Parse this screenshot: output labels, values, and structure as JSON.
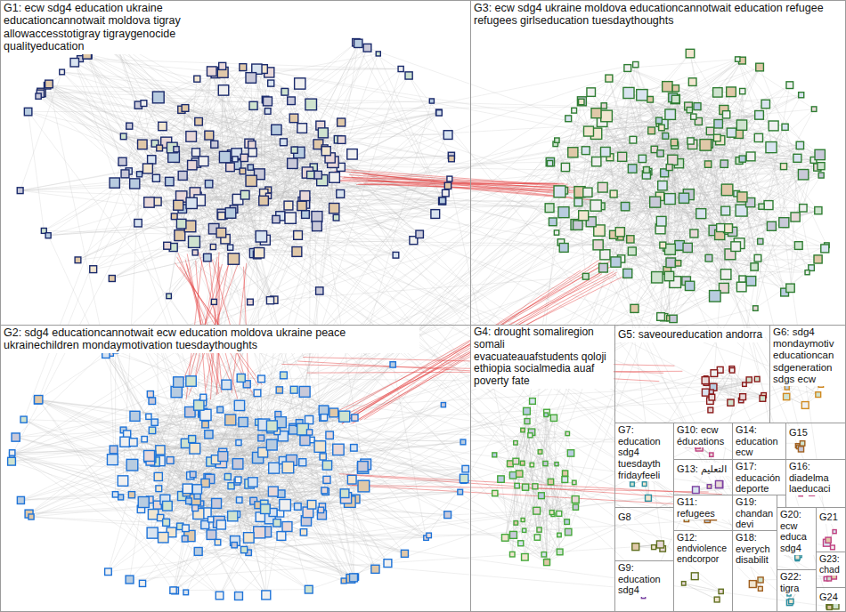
{
  "diagram": {
    "nodes": [
      {
        "text": [
          "G1: ecw sdg4 education ukraine educationcannotwait moldova tigray allowaccesstotigray tigraygenocide qualityeducation"
        ]
      },
      {
        "text": [
          "G3: ecw sdg4 ukraine moldova educationcannotwait education refugee refugees girlseducation tuesdaythoughts"
        ]
      },
      {
        "text": [
          "G2: sdg4 educationcannotwait ecw education moldova ukraine peace ukrainechildren mondaymotivation tuesdaythoughts"
        ]
      },
      {
        "text": [
          "G4: drought somaliregion somali evacuateauafstudents qoloji ethiopia socialmedia auaf poverty fate"
        ]
      },
      {
        "text": [
          "G5: saveoureducation andorra"
        ]
      },
      {
        "text": [
          "G6: sdg4 mondaymotiv educationcan sdgeneration sdgs ecw"
        ]
      },
      {
        "text": [
          "G7: education sdg4 tuesdayth fridayfeeli"
        ]
      },
      {
        "text": [
          "G10: ecw éducations"
        ]
      },
      {
        "text": [
          "G14: education ecw"
        ]
      },
      {
        "text": [
          "G15"
        ]
      },
      {
        "text": [
          "G13: التعليم"
        ]
      },
      {
        "text": [
          "G17: educación deporte"
        ]
      },
      {
        "text": [
          "G16: diadelma laeducaci"
        ]
      },
      {
        "text": [
          "G8"
        ]
      },
      {
        "text": [
          "G11: refugees"
        ]
      },
      {
        "text": [
          "G19: chandan devi"
        ]
      },
      {
        "text": [
          "G20: ecw educa sdg4"
        ]
      },
      {
        "text": [
          "G21"
        ]
      },
      {
        "text": [
          "G12: endviolence endcorpor"
        ]
      },
      {
        "text": [
          "G18: everych disabilit"
        ]
      },
      {
        "text": [
          "G9: education sdg4"
        ]
      },
      {
        "text": [
          "G22: tigra"
        ]
      },
      {
        "text": [
          "G23: chad"
        ]
      },
      {
        "text": [
          "G24"
        ]
      }
    ],
    "edges": []
  }
}
